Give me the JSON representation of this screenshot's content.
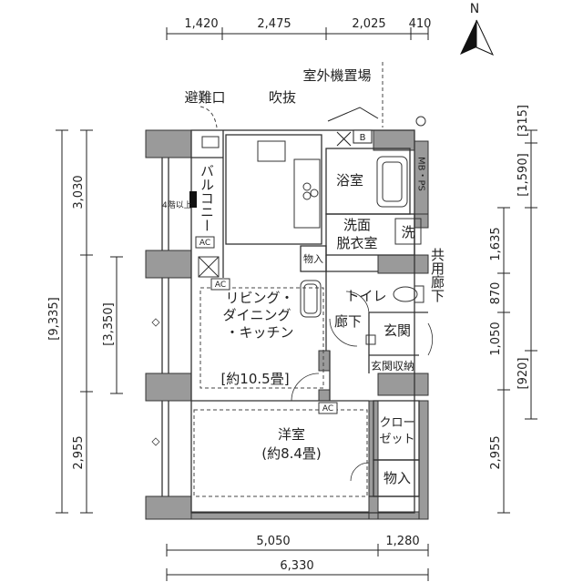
{
  "compass": {
    "north": "N"
  },
  "dimensions_top": [
    "1,420",
    "2,475",
    "2,025",
    "410"
  ],
  "dimensions_bottom": {
    "segment_a": "5,050",
    "segment_b": "1,280",
    "total": "6,330"
  },
  "dimensions_left": {
    "total": "[9,335]",
    "top": "3,030",
    "middle": "[3,350]",
    "bottom": "2,955"
  },
  "dimensions_right": {
    "top_bracket": "[1,590]",
    "top_bracket_b": "[315]",
    "a": "1,635",
    "b": "870",
    "c": "1,050",
    "d": "[920]",
    "e": "2,955"
  },
  "labels": {
    "outdoor_unit": "室外機置場",
    "evacuation_hatch": "避難口",
    "atrium": "吹抜",
    "balcony": "バルコニー",
    "bath": "浴室",
    "mb_ps": "MB・PS",
    "b_box": "B",
    "washroom_line1": "洗面",
    "washroom_line2": "脱衣室",
    "washer": "洗",
    "storage_small": "物入",
    "shared_corridor": "共用廊下",
    "toilet": "トイレ",
    "hall": "廊下",
    "entrance": "玄関",
    "shoe_storage": "玄関収納",
    "ldk_line1": "リビング・",
    "ldk_line2": "ダイニング",
    "ldk_line3": "・キッチン",
    "ldk_area": "[約10.5畳]",
    "western_line1": "洋室",
    "western_line2": "(約8.4畳)",
    "closet_line1": "クロー",
    "closet_line2": "ゼット",
    "storage_large": "物入",
    "ac": "AC",
    "balcony_note": "4階以上"
  }
}
